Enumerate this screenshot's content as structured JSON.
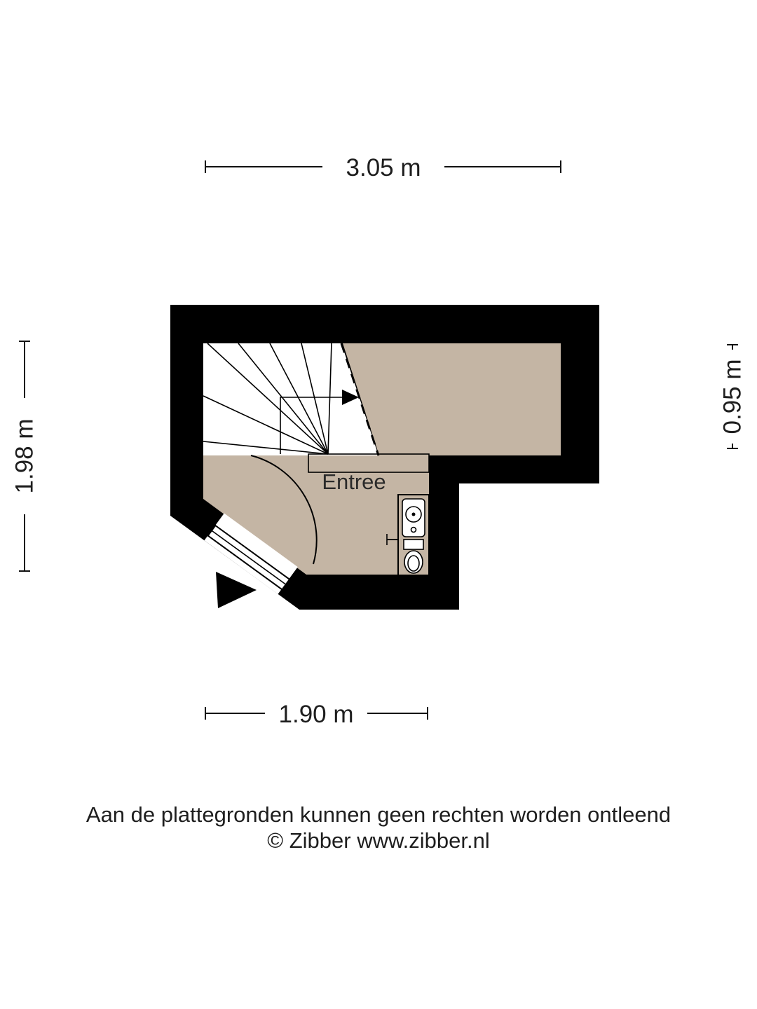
{
  "floorplan": {
    "room_label": "Entree",
    "dims": {
      "top": "3.05 m",
      "left": "1.98 m",
      "right": "0.95 m",
      "bottom": "1.90 m"
    },
    "colors": {
      "wall": "#000000",
      "floor": "#c4b5a4",
      "stairs": "#ffffff",
      "background": "#ffffff"
    },
    "symbols": [
      "staircase",
      "stair-direction-arrow",
      "headroom-dashed-line",
      "entrance-door-swing",
      "entrance-arrow",
      "water-heater",
      "toilet"
    ]
  },
  "footer": {
    "disclaimer": "Aan de plattegronden kunnen geen rechten worden ontleend",
    "credit": "© Zibber www.zibber.nl"
  }
}
